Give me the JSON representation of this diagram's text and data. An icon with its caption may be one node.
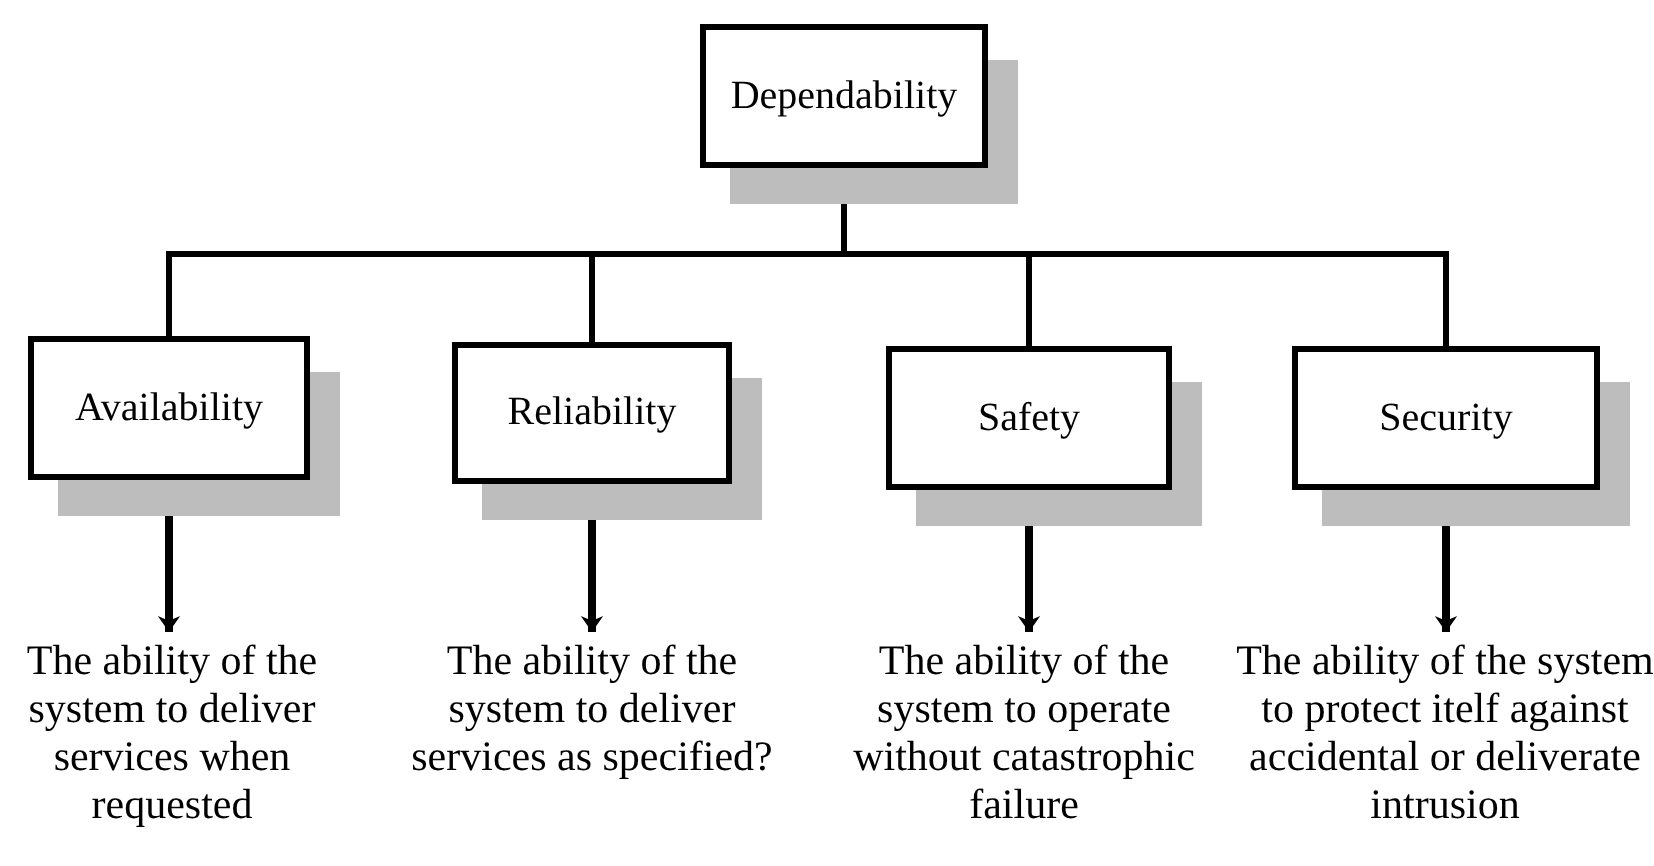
{
  "diagram": {
    "nodes": [
      {
        "text": [
          "Dependability"
        ]
      },
      {
        "text": [
          "Availability"
        ]
      },
      {
        "text": [
          "Reliability"
        ]
      },
      {
        "text": [
          "Safety"
        ]
      },
      {
        "text": [
          "Security"
        ]
      },
      {
        "text": [
          "The ability of the system to deliver services when requested"
        ]
      },
      {
        "text": [
          "The ability of the system to deliver services as specified?"
        ]
      },
      {
        "text": [
          "The ability of the system to operate without catastrophic failure"
        ]
      },
      {
        "text": [
          "The ability of the system to protect itelf against accidental or deliverate intrusion"
        ]
      }
    ],
    "edges": [
      {
        "from": 0,
        "to": 1,
        "arrow": "none"
      },
      {
        "from": 0,
        "to": 2,
        "arrow": "none"
      },
      {
        "from": 0,
        "to": 3,
        "arrow": "none"
      },
      {
        "from": 0,
        "to": 4,
        "arrow": "none"
      },
      {
        "from": 1,
        "to": 5,
        "arrow": "to"
      },
      {
        "from": 2,
        "to": 6,
        "arrow": "to"
      },
      {
        "from": 3,
        "to": 7,
        "arrow": "to"
      },
      {
        "from": 4,
        "to": 8,
        "arrow": "to"
      }
    ]
  }
}
